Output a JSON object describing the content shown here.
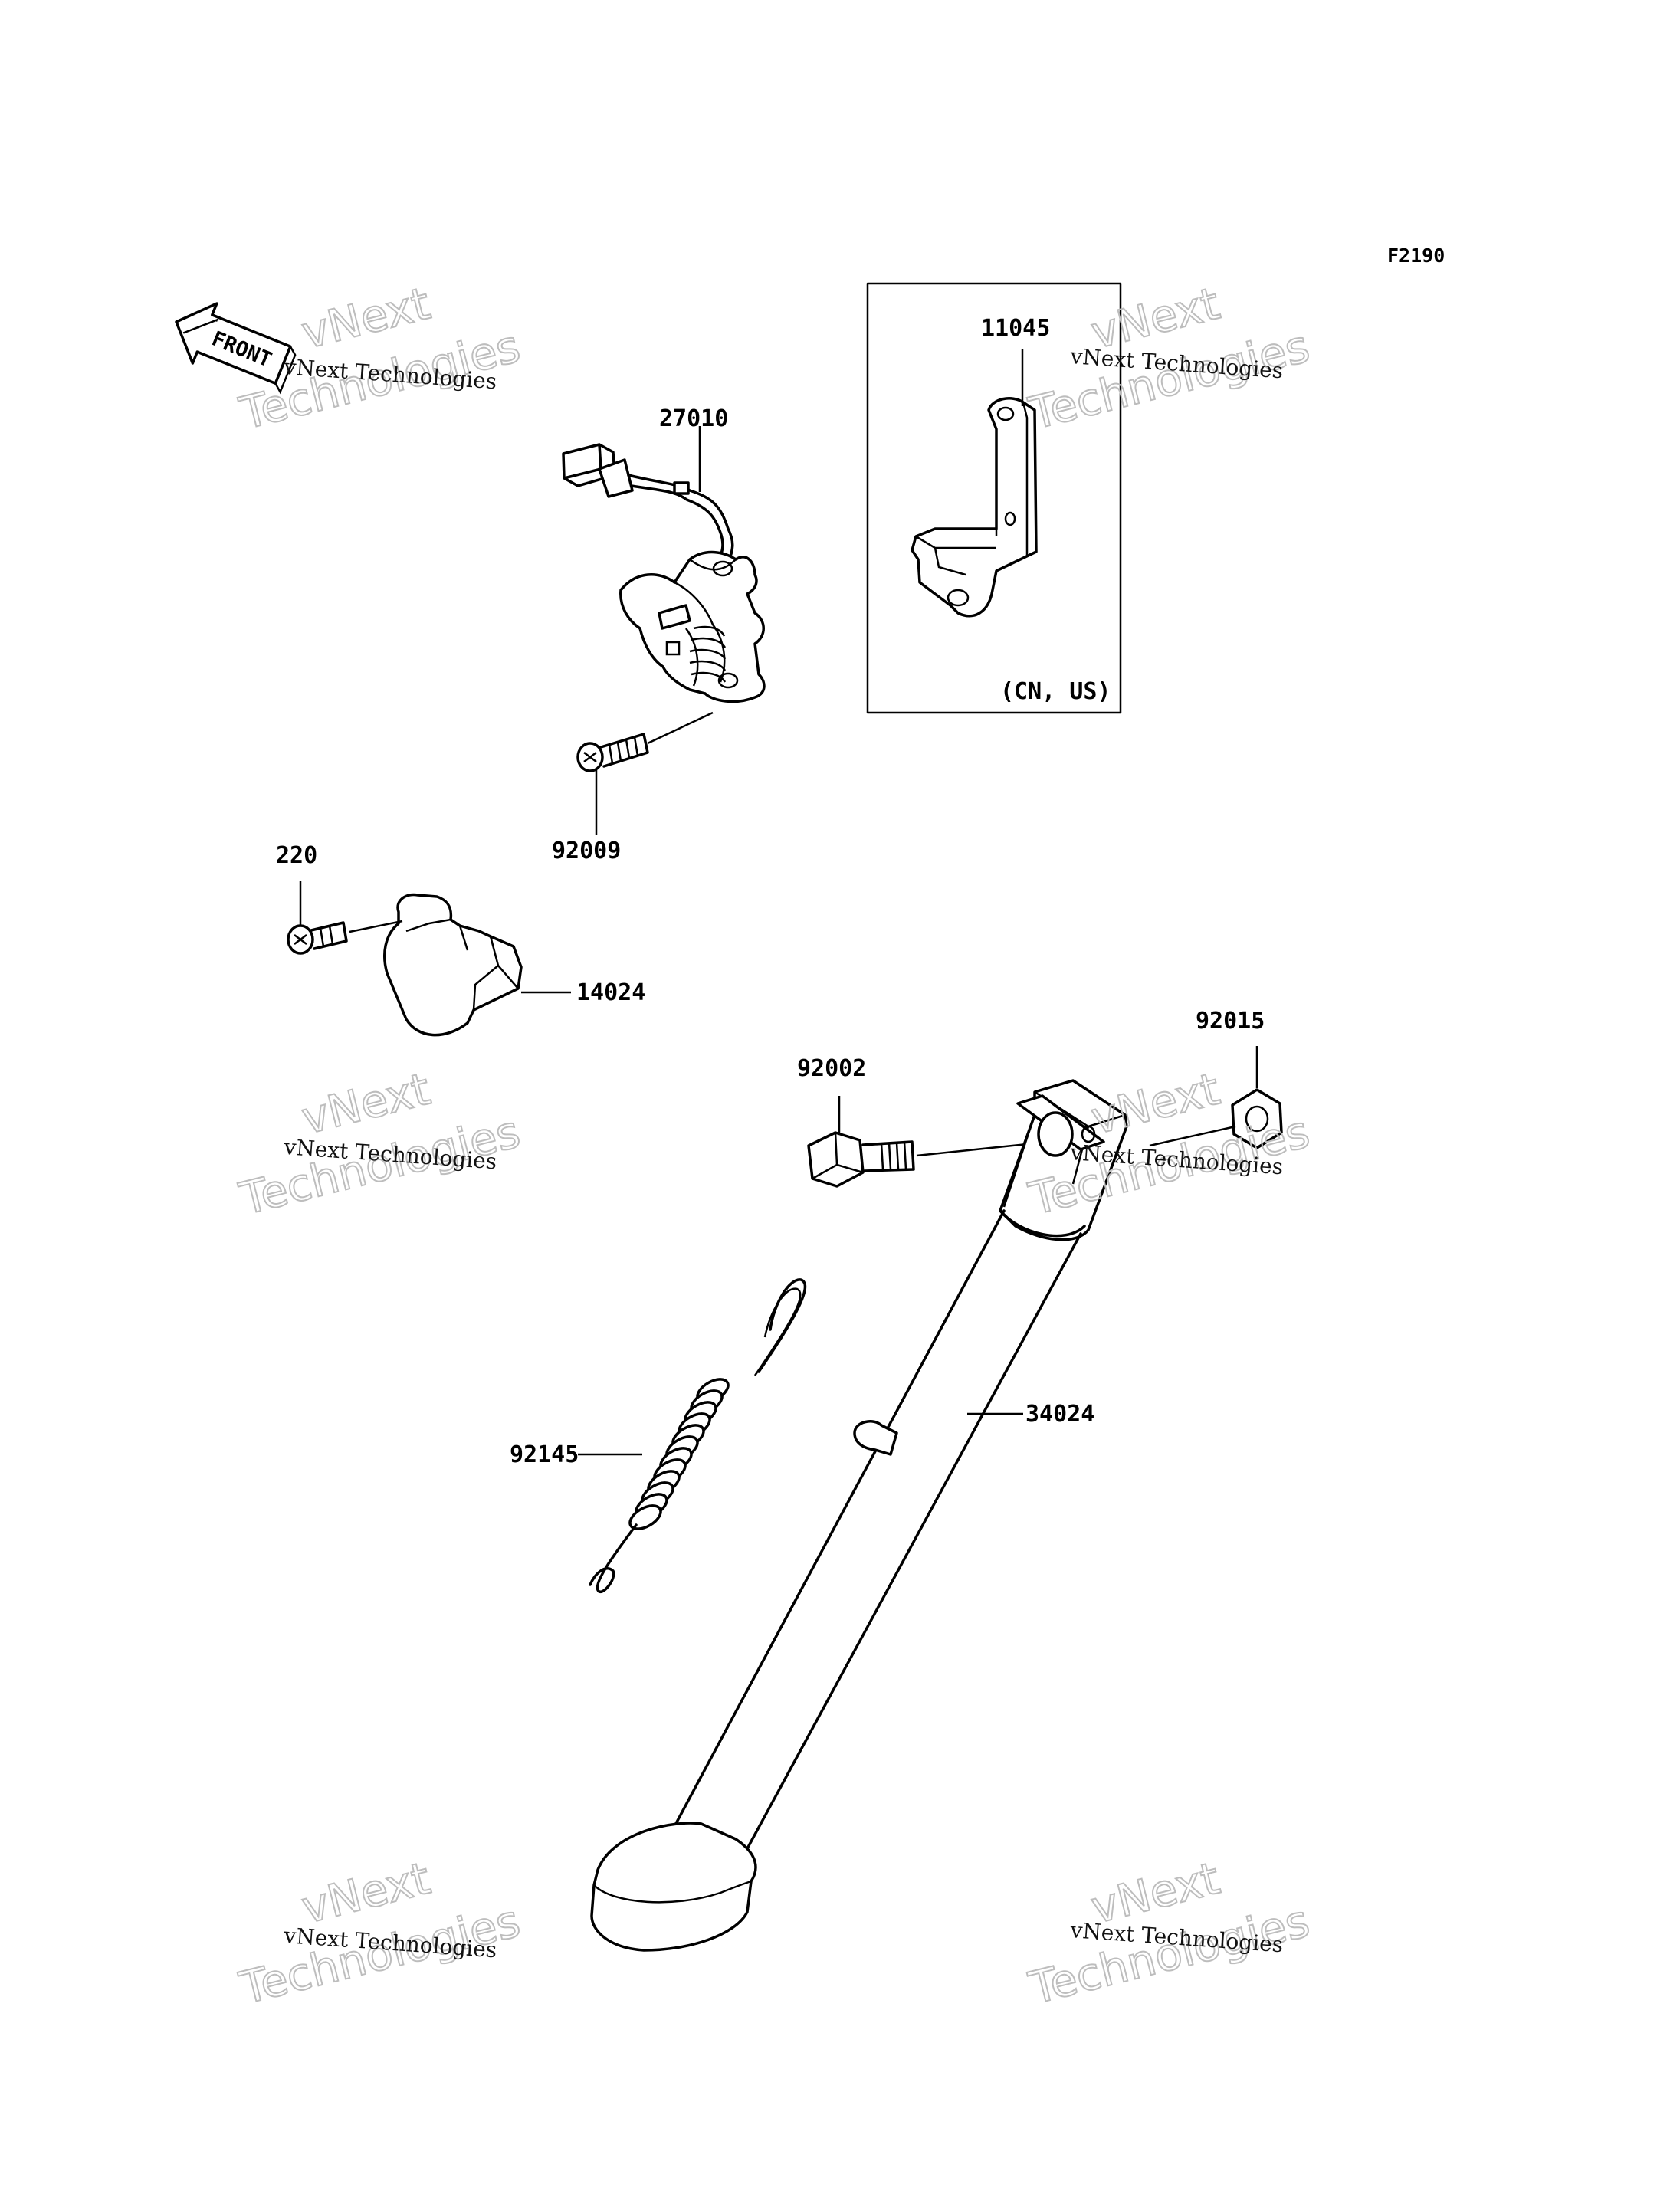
{
  "figure_code": "F2190",
  "front_label": "FRONT",
  "variant_note": "(CN, US)",
  "parts": {
    "p27010": "27010",
    "p11045": "11045",
    "p92009": "92009",
    "p220": "220",
    "p14024": "14024",
    "p92015": "92015",
    "p92002": "92002",
    "p34024": "34024",
    "p92145": "92145"
  },
  "watermark": {
    "line_small": "vNext Technologies",
    "word_1": "vNext",
    "word_2": "Technologies"
  }
}
